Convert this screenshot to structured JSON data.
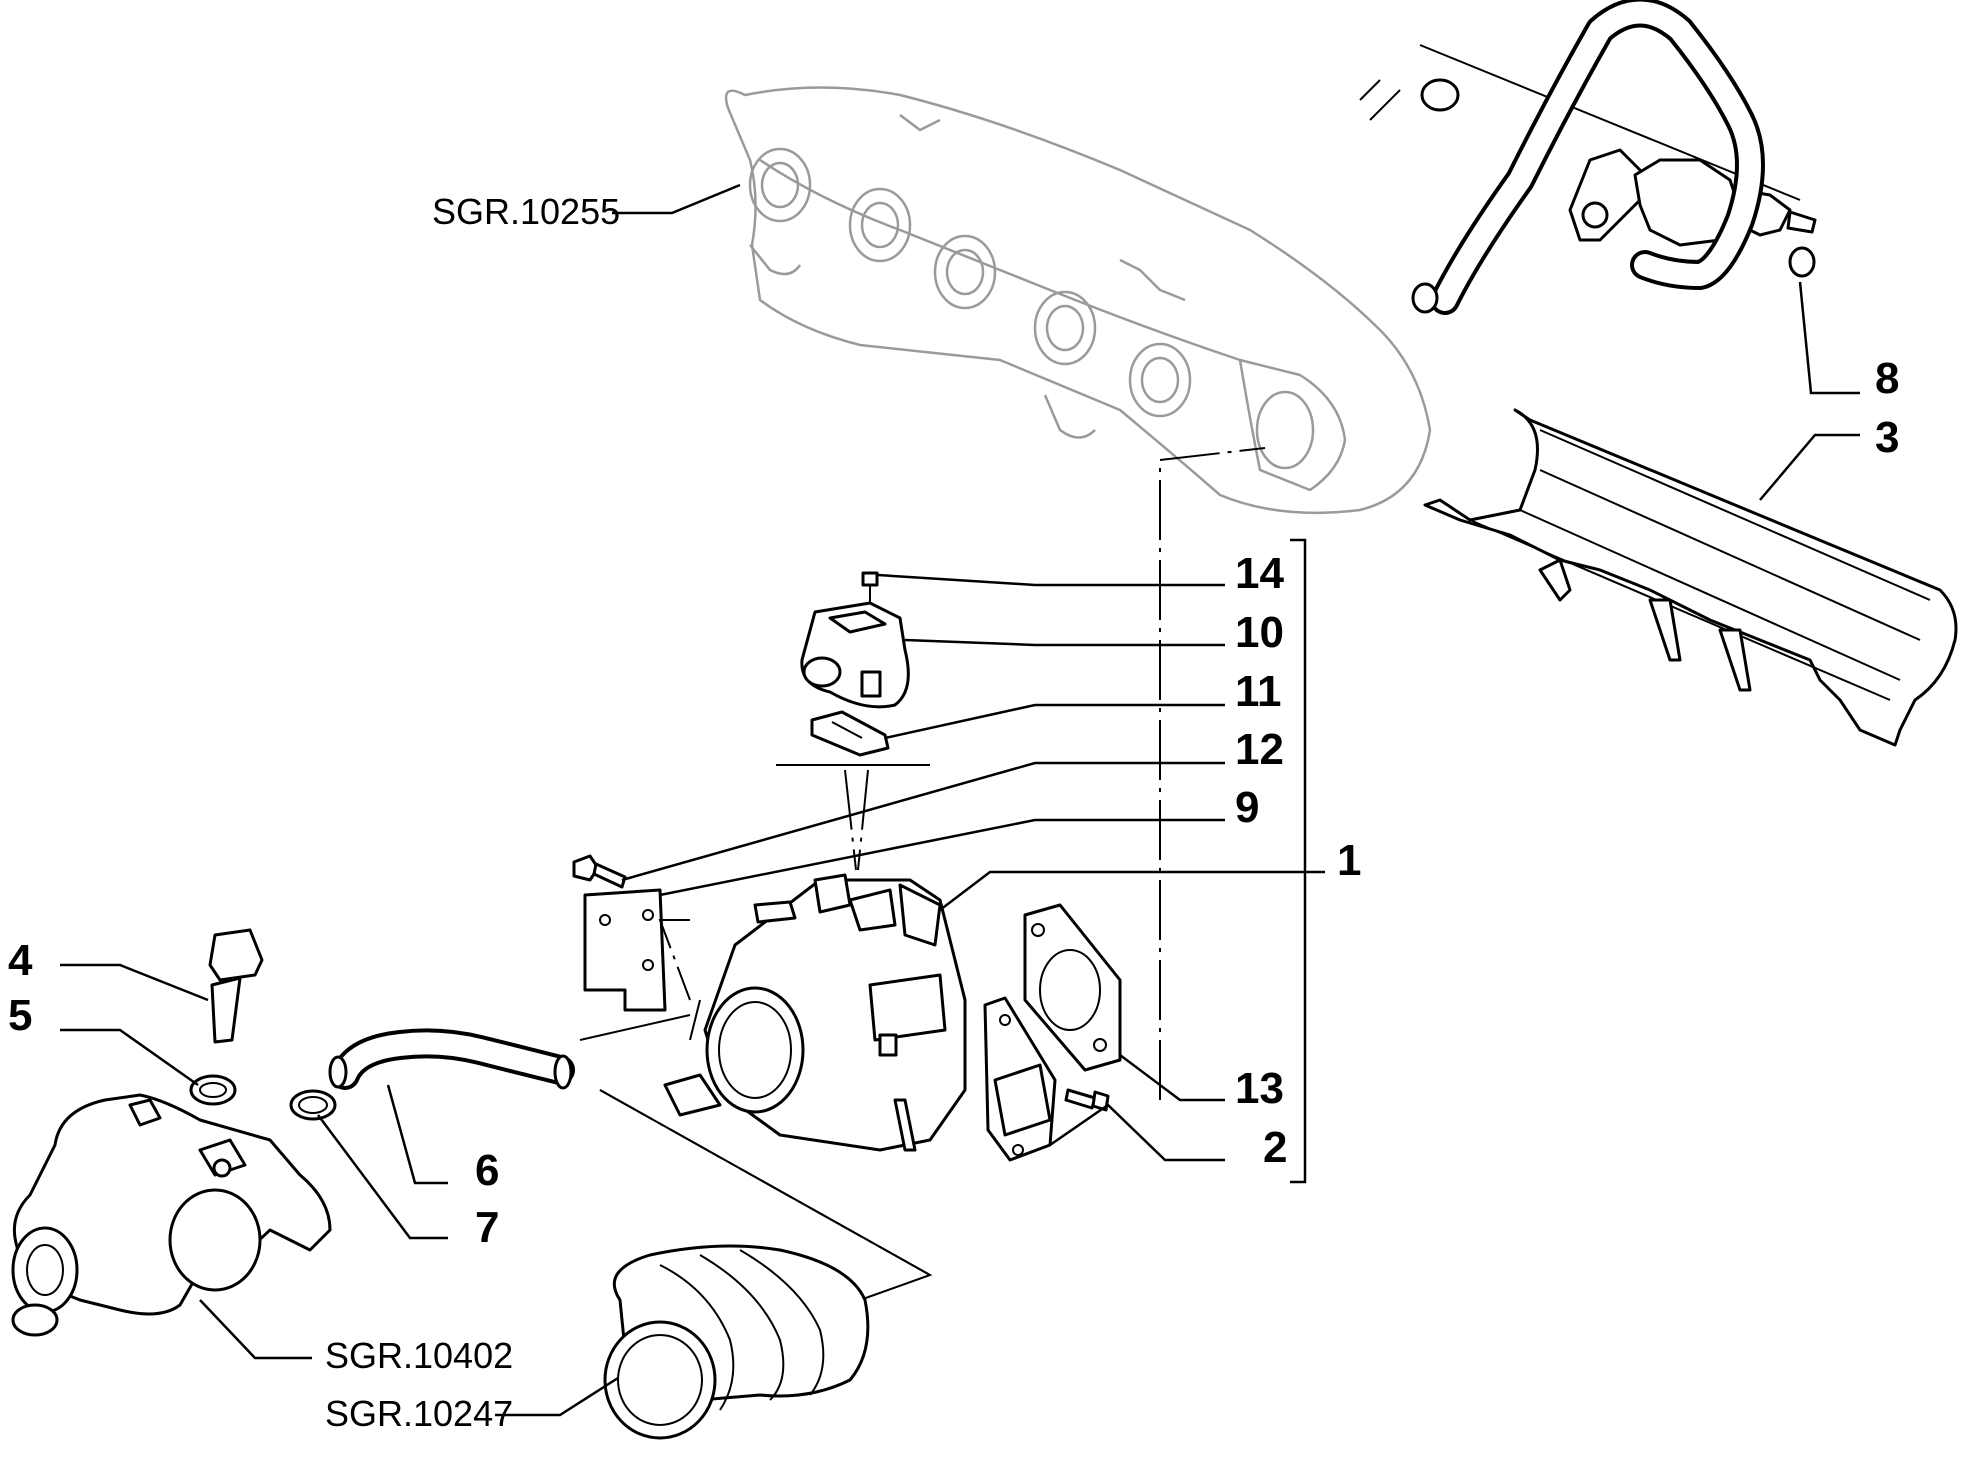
{
  "references": {
    "intake_manifold": "SGR.10255",
    "thermostat_housing": "SGR.10402",
    "air_duct": "SGR.10247"
  },
  "callouts": {
    "c1": "1",
    "c2": "2",
    "c3": "3",
    "c4": "4",
    "c5": "5",
    "c6": "6",
    "c7": "7",
    "c8": "8",
    "c9": "9",
    "c10": "10",
    "c11": "11",
    "c12": "12",
    "c13": "13",
    "c14": "14"
  }
}
